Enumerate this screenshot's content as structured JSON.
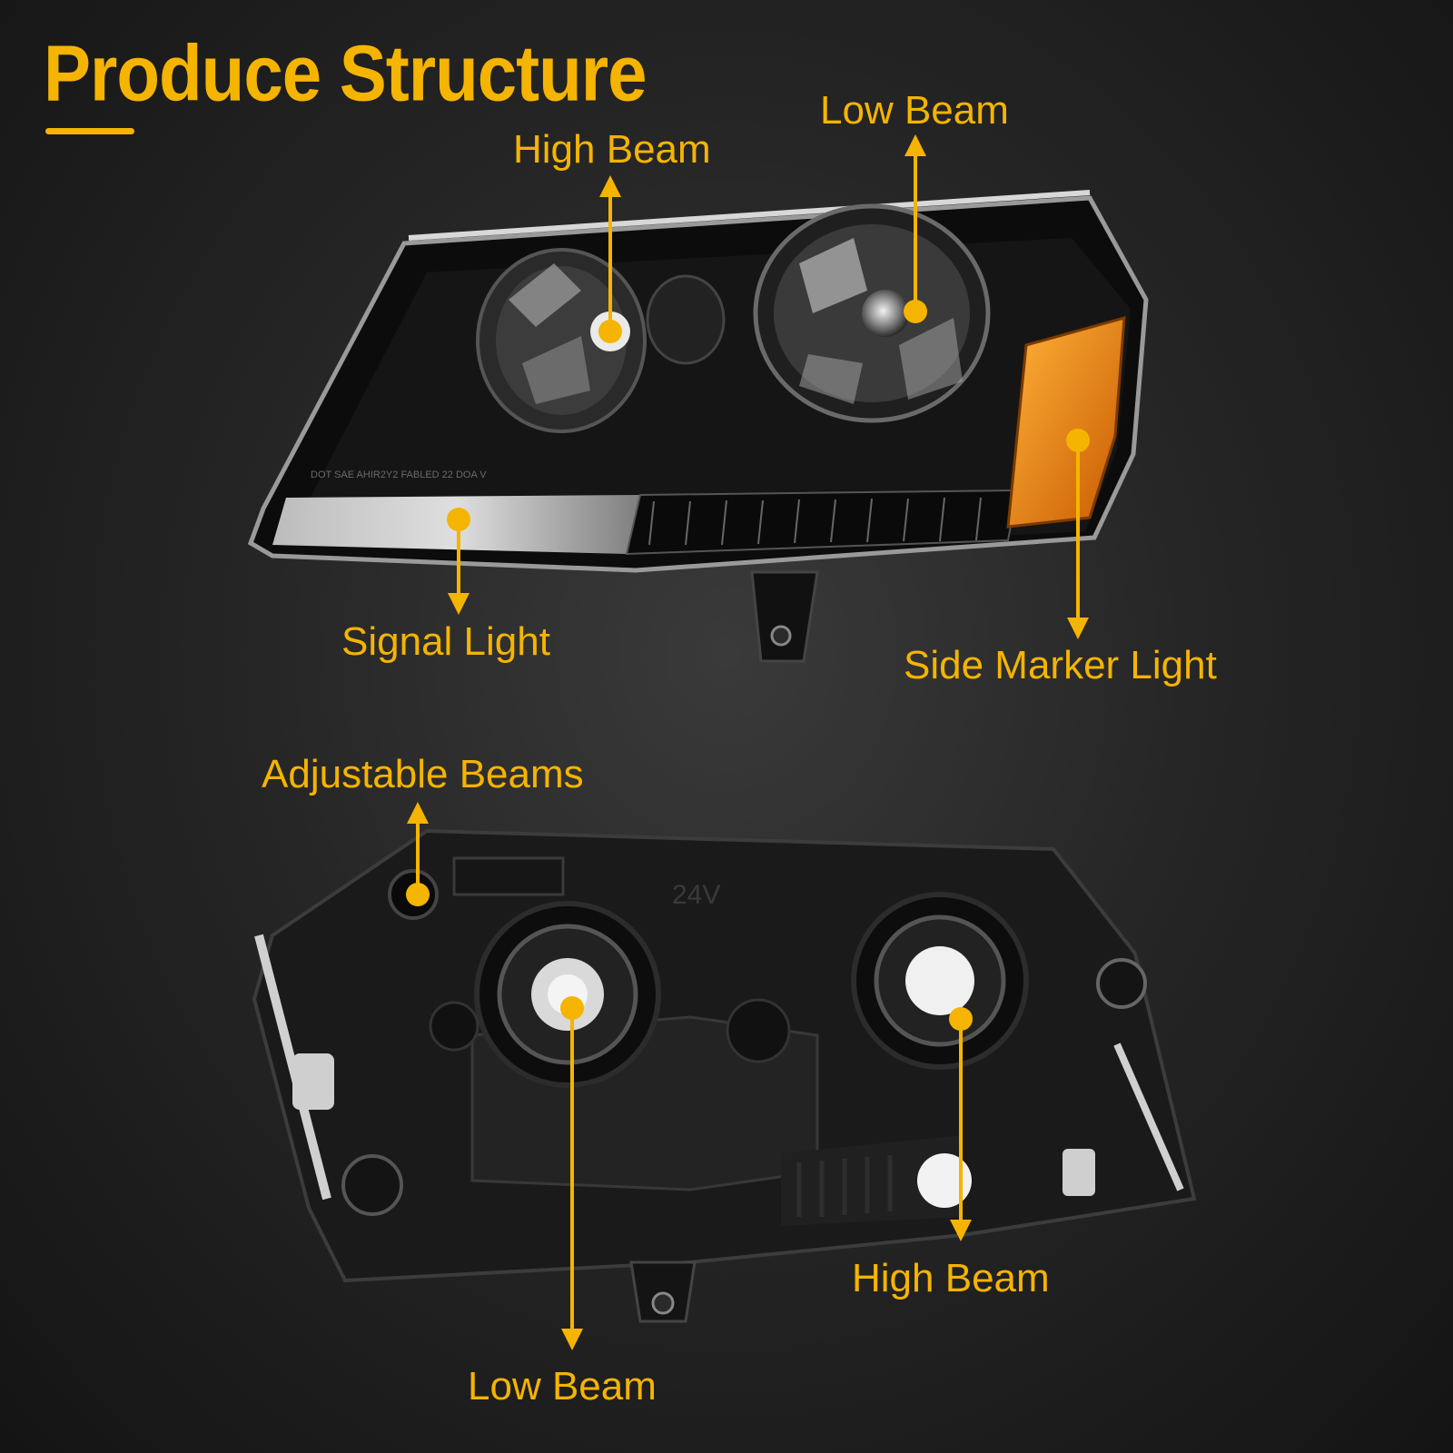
{
  "title": "Produce Structure",
  "accent_color": "#f5b400",
  "front_view": {
    "labels": {
      "high_beam": "High Beam",
      "low_beam": "Low Beam",
      "signal_light": "Signal Light",
      "side_marker_light": "Side Marker Light"
    },
    "lens_text": "DOT SAE AHIR2Y2 FABLED 22 DOA V"
  },
  "rear_view": {
    "labels": {
      "adjustable_beams": "Adjustable Beams",
      "high_beam": "High Beam",
      "low_beam": "Low Beam"
    },
    "housing_text": "24V"
  }
}
